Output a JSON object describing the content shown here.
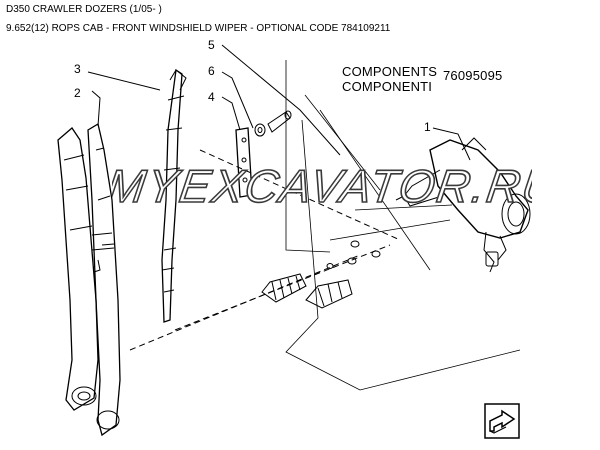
{
  "header": {
    "line1": "D350 CRAWLER DOZERS (1/05- )",
    "line2": "9.652(12) ROPS CAB - FRONT WINDSHIELD WIPER - OPTIONAL CODE 784109211"
  },
  "components": {
    "label_en": "COMPONENTS",
    "label_it": "COMPONENTI",
    "part_number": "76095095"
  },
  "callouts": [
    "1",
    "2",
    "3",
    "4",
    "5",
    "6"
  ],
  "watermark": {
    "text": "MYEXCAVATOR.RU",
    "color": "#3a3a3a"
  },
  "nav": {
    "icon": "next-page-arrow-icon"
  }
}
